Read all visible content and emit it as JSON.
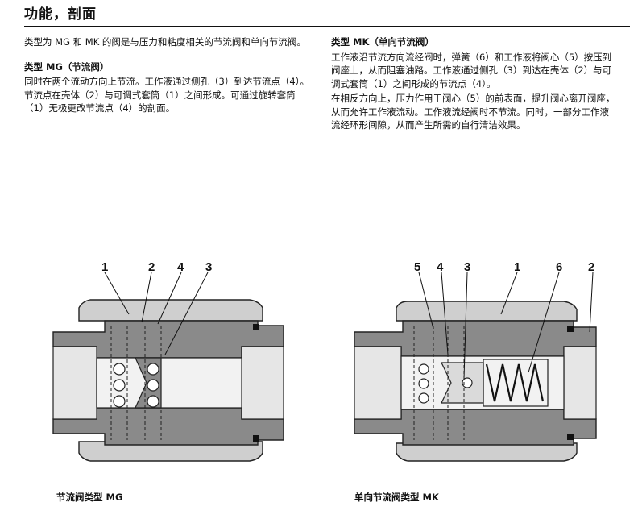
{
  "header": {
    "title": "功能，剖面"
  },
  "left_column": {
    "intro": "类型为 MG 和 MK 的阀是与压力和粘度相关的节流阀和单向节流阀。",
    "mg_heading": "类型 MG（节流阀）",
    "mg_text": "同时在两个流动方向上节流。工作液通过侧孔（3）到达节流点（4）。节流点在壳体（2）与可调式套筒（1）之间形成。可通过旋转套筒（1）无极更改节流点（4）的剖面。"
  },
  "right_column": {
    "mk_heading": "类型 MK（单向节流阀）",
    "mk_text_1": "工作液沿节流方向流经阀时，弹簧（6）和工作液将阀心（5）按压到阀座上，从而阻塞油路。工作液通过侧孔（3）到达在壳体（2）与可调式套筒（1）之间形成的节流点（4）。",
    "mk_text_2": "在相反方向上，压力作用于阀心（5）的前表面，提升阀心离开阀座，从而允许工作液流动。工作液流经阀时不节流。同时，一部分工作液流经环形间隙，从而产生所需的自行清洁效果。"
  },
  "figures": {
    "mg_caption": "节流阀类型 MG",
    "mk_caption": "单向节流阀类型 MK",
    "mg_labels": [
      "1",
      "2",
      "4",
      "3"
    ],
    "mk_labels": [
      "5",
      "4",
      "3",
      "1",
      "6",
      "2"
    ]
  }
}
